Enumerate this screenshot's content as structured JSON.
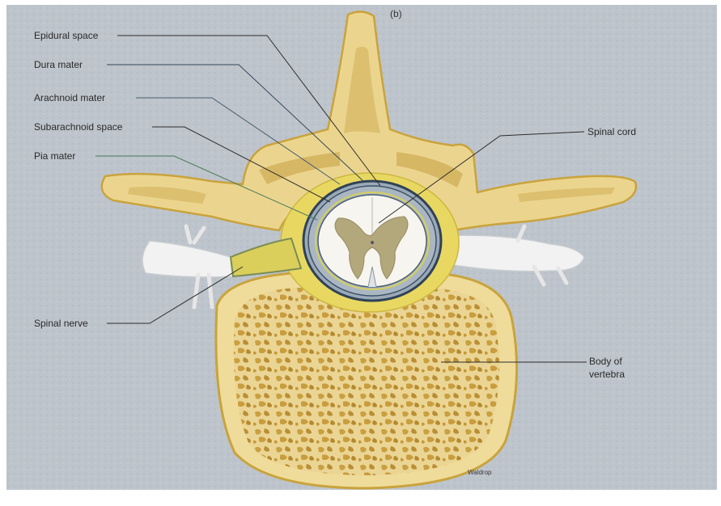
{
  "figure": {
    "panel_label": "(b)",
    "signature": "Waldrop",
    "colors": {
      "background": "#bdc4cb",
      "bone": "#ead48a",
      "bone_edge": "#c9a33d",
      "cancellous": "#c9a34a",
      "epidural_fat": "#e8d862",
      "dura": "#9ba9b8",
      "arachnoid": "#3d5268",
      "white_matter": "#f7f5ef",
      "gray_matter": "#b3a77c",
      "nerve": "#f2f2f2"
    }
  },
  "labels": {
    "epidural_space": "Epidural space",
    "dura_mater": "Dura mater",
    "arachnoid_mater": "Arachnoid mater",
    "subarachnoid_space": "Subarachnoid space",
    "pia_mater": "Pia mater",
    "spinal_nerve": "Spinal nerve",
    "spinal_cord": "Spinal cord",
    "body_of_vertebra_line1": "Body of",
    "body_of_vertebra_line2": "vertebra"
  }
}
